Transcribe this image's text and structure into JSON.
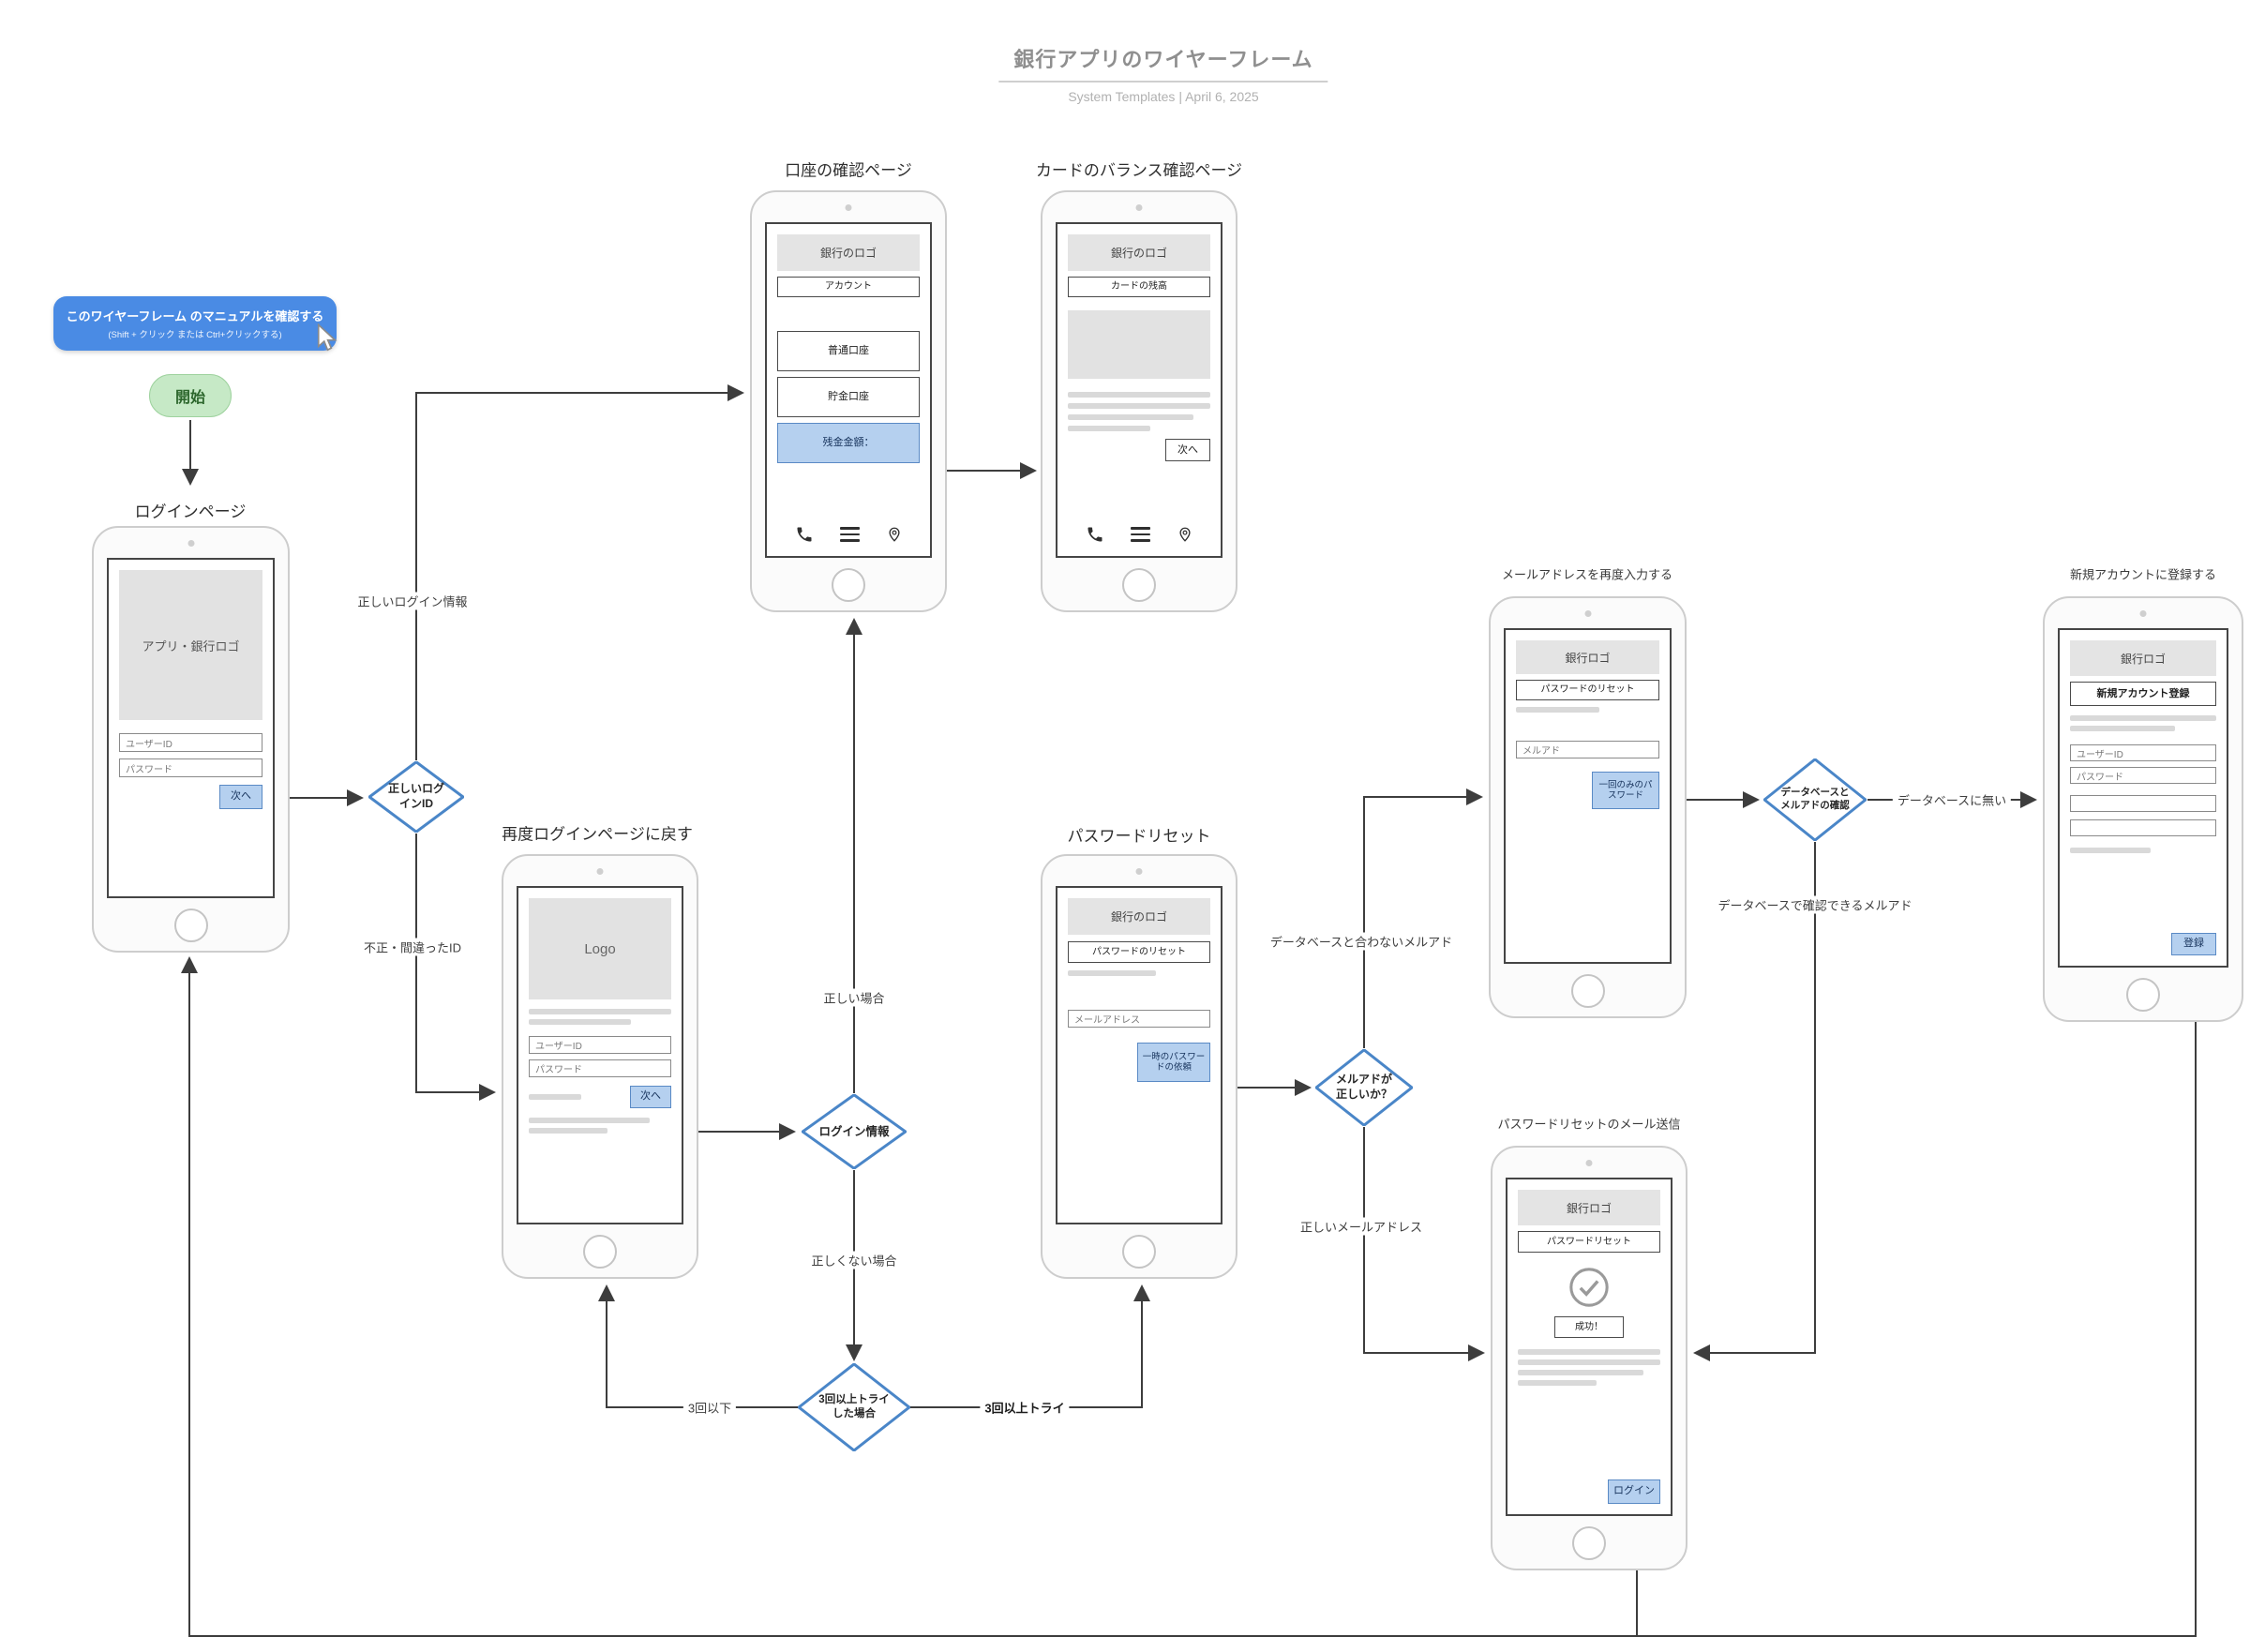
{
  "header": {
    "title": "銀行アプリのワイヤーフレーム",
    "subtitle": "System Templates | April 6, 2025"
  },
  "tooltip": {
    "line1": "このワイヤーフレーム のマニュアルを確認する",
    "line2": "(Shift + クリック または Ctrl+クリックする)"
  },
  "start_label": "開始",
  "phones": {
    "login": {
      "label": "ログインページ",
      "logo": "アプリ・銀行ロゴ",
      "user_id": "ユーザーID",
      "password": "パスワード",
      "next": "次へ"
    },
    "account": {
      "label": "口座の確認ページ",
      "logo": "銀行のロゴ",
      "account_btn": "アカウント",
      "ordinary_btn": "普通口座",
      "savings_btn": "貯金口座",
      "balance_btn": "残金金額："
    },
    "card": {
      "label": "カードのバランス確認ページ",
      "logo": "銀行のロゴ",
      "balance_btn": "カードの残高",
      "next": "次へ"
    },
    "relogin": {
      "label": "再度ログインページに戻す",
      "logo": "Logo",
      "user_id": "ユーザーID",
      "password": "パスワード",
      "next": "次へ"
    },
    "reset": {
      "label": "パスワードリセット",
      "logo": "銀行のロゴ",
      "reset_btn": "パスワードのリセット",
      "email": "メールアドレス",
      "temp_btn": "一時のパスワードの依頼"
    },
    "reenter": {
      "label": "メールアドレスを再度入力する",
      "logo": "銀行ロゴ",
      "reset_btn": "パスワードのリセット",
      "email": "メルアド",
      "once_btn": "一回のみのパスワード"
    },
    "register": {
      "label": "新規アカウントに登録する",
      "logo": "銀行ロゴ",
      "register_btn": "新規アカウント登録",
      "user_id": "ユーザーID",
      "password": "パスワード",
      "submit": "登録"
    },
    "success": {
      "label": "パスワードリセットのメール送信",
      "logo": "銀行ロゴ",
      "reset_btn": "パスワードリセット",
      "success_text": "成功！",
      "login_btn": "ログイン"
    }
  },
  "diamonds": {
    "correct_id": "正しいログインID",
    "login_info": "ログイン情報",
    "three_tries": "3回以上トライした場合",
    "email_valid": "メルアドが正しいか？",
    "db_check": "データベースとメルアドの確認"
  },
  "edges": {
    "correct_login_info": "正しいログイン情報",
    "wrong_id": "不正・間違ったID",
    "if_correct": "正しい場合",
    "if_incorrect": "正しくない場合",
    "three_or_less": "3回以下",
    "three_or_more": "3回以上トライ",
    "email_mismatch": "データベースと合わないメルアド",
    "email_correct": "正しいメールアドレス",
    "not_in_db": "データベースに無い",
    "email_in_db": "データベースで確認できるメルアド"
  },
  "colors": {
    "accent_blue": "#4a86c8",
    "blue_fill": "#b5d0ef",
    "tooltip_blue": "#4a8be4",
    "start_green": "#c6e9c6",
    "wire_gray": "#d9d9d9"
  }
}
